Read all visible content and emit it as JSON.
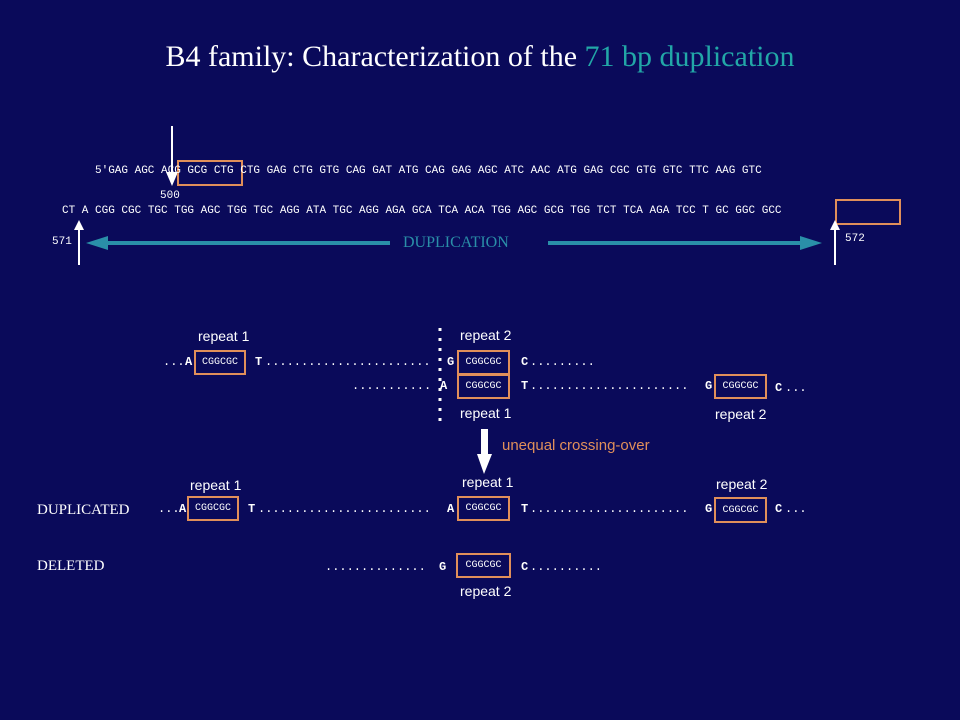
{
  "title": {
    "main": "B4 family: Characterization of the ",
    "highlight": "71 bp duplication"
  },
  "colors": {
    "background": "#0a0a5a",
    "teal": "#2a8fa8",
    "box": "#e08f5a",
    "highlight": "#22a7a7"
  },
  "sequence": {
    "line1": "5'GAG AGC ACG GCG CTG CTG GAG CTG GTG CAG GAT ATG CAG GAG AGC ATC AAC ATG GAG CGC GTG GTC TTC AAG GTC",
    "line2": "CT A CGG CGC TGC TGG AGC TGG TGC AGG ATA TGC AGG AGA GCA TCA ACA TGG AGC GCG TGG TCT TCA AGA TCC T GC GGC GCC",
    "pos500": "500",
    "pos571": "571",
    "pos572": "572",
    "duplication_label": "DUPLICATION"
  },
  "crossover": {
    "row1": {
      "repeat1_label": "repeat 1",
      "repeat2_label": "repeat 2",
      "left_base": "A",
      "box1": "CGGCGC",
      "mid_base1": "T",
      "left_base2": "G",
      "box2": "CGGCGC",
      "right_base": "C"
    },
    "row2": {
      "repeat1_label": "repeat 1",
      "repeat2_label": "repeat 2",
      "left_base": "A",
      "box1": "CGGCGC",
      "mid_base": "T",
      "left_base2": "G",
      "box2": "CGGCGC",
      "right_base": "C"
    },
    "arrow_label": "unequal crossing-over"
  },
  "results": {
    "duplicated": {
      "label": "DUPLICATED",
      "repeat1": "repeat 1",
      "repeat1b": "repeat 1",
      "repeat2": "repeat 2",
      "box": "CGGCGC",
      "bases": [
        "A",
        "T",
        "A",
        "T",
        "G",
        "C"
      ]
    },
    "deleted": {
      "label": "DELETED",
      "repeat2": "repeat 2",
      "box": "CGGCGC",
      "bases": [
        "G",
        "C"
      ]
    }
  }
}
